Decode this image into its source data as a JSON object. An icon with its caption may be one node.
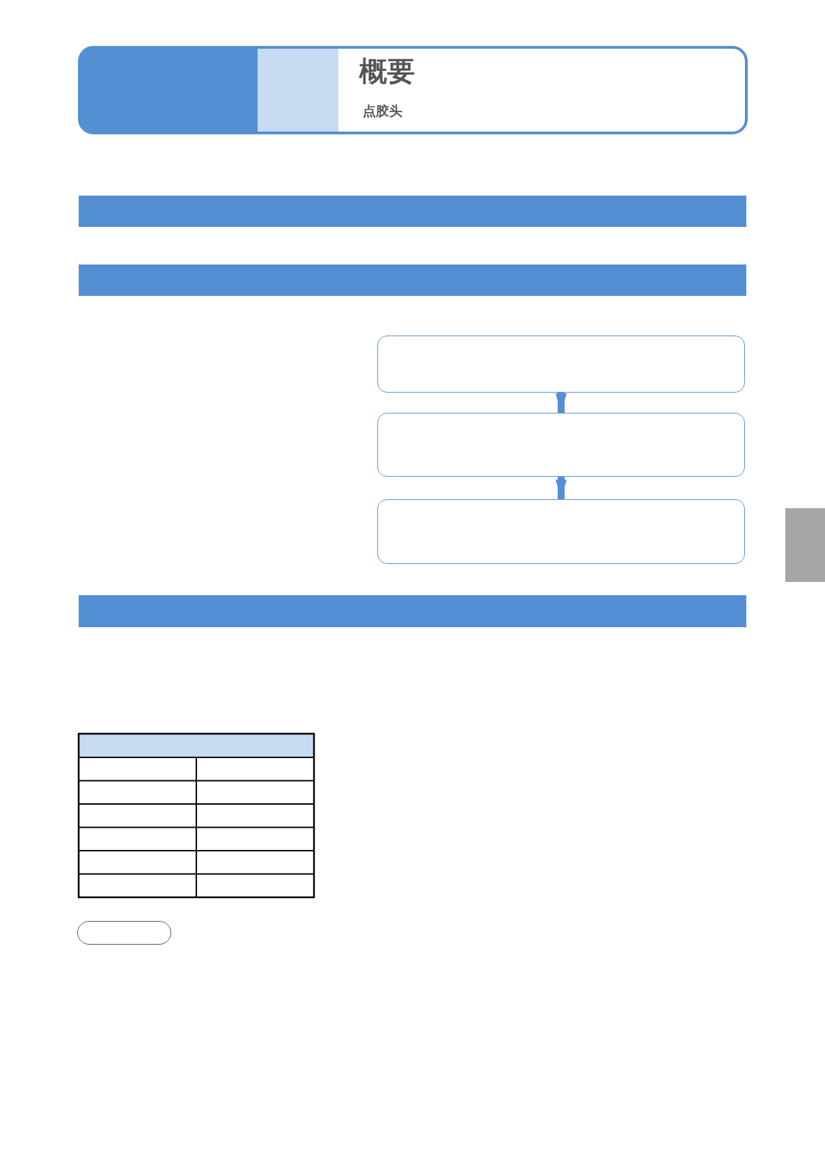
{
  "diagram": {
    "title": "概要",
    "nodes": [
      {
        "text": [],
        "shape": "bar"
      },
      {
        "text": [],
        "shape": "bar"
      },
      {
        "text": [],
        "shape": "box"
      },
      {
        "text": [],
        "shape": "box"
      },
      {
        "text": [],
        "shape": "box"
      },
      {
        "text": [],
        "shape": "tab"
      },
      {
        "text": [],
        "shape": "bar"
      }
    ],
    "edges": [
      {
        "from": 2,
        "to": 3,
        "arrow": "to"
      },
      {
        "from": 3,
        "to": 4,
        "arrow": "to"
      }
    ],
    "labels": [
      "点胶头"
    ]
  }
}
